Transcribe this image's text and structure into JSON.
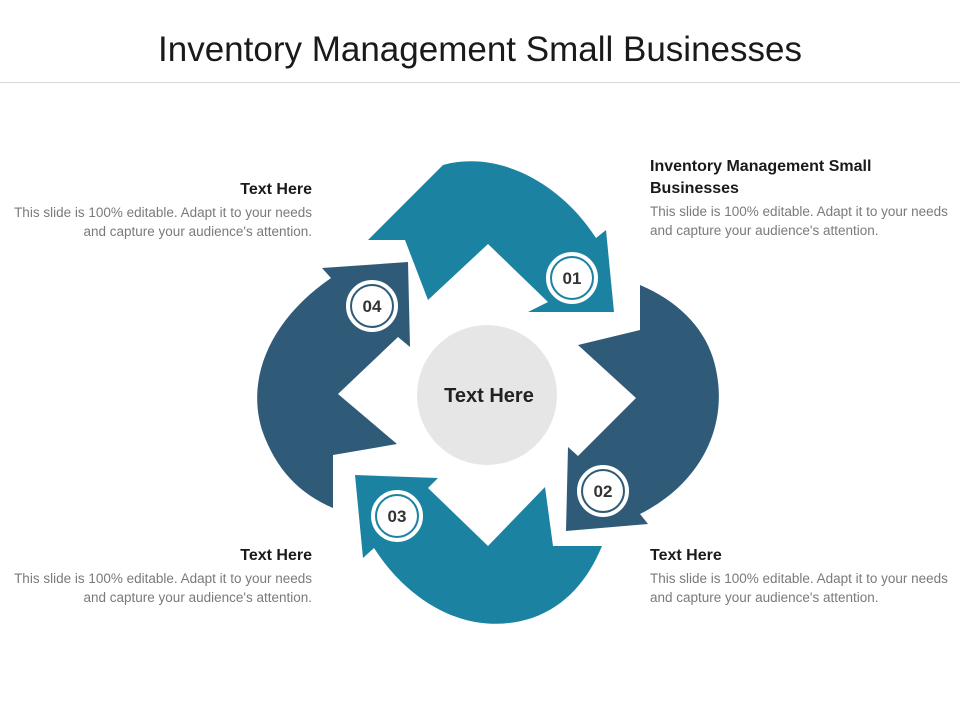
{
  "title": "Inventory Management Small Businesses",
  "center_label": "Text Here",
  "steps": [
    {
      "number": "01",
      "heading": "Inventory Management Small Businesses",
      "body": "This slide is 100% editable. Adapt it to your needs and capture your audience's attention."
    },
    {
      "number": "02",
      "heading": "Text Here",
      "body": "This slide is 100% editable. Adapt it to your needs and capture your audience's attention."
    },
    {
      "number": "03",
      "heading": "Text Here",
      "body": "This slide is 100% editable. Adapt it to your needs and capture your audience's attention."
    },
    {
      "number": "04",
      "heading": "Text Here",
      "body": "This slide is 100% editable. Adapt it to your needs and capture your audience's attention."
    }
  ],
  "colors": {
    "teal": "#1b83a1",
    "slate": "#2f5a78",
    "center_circle": "#e6e6e6"
  }
}
